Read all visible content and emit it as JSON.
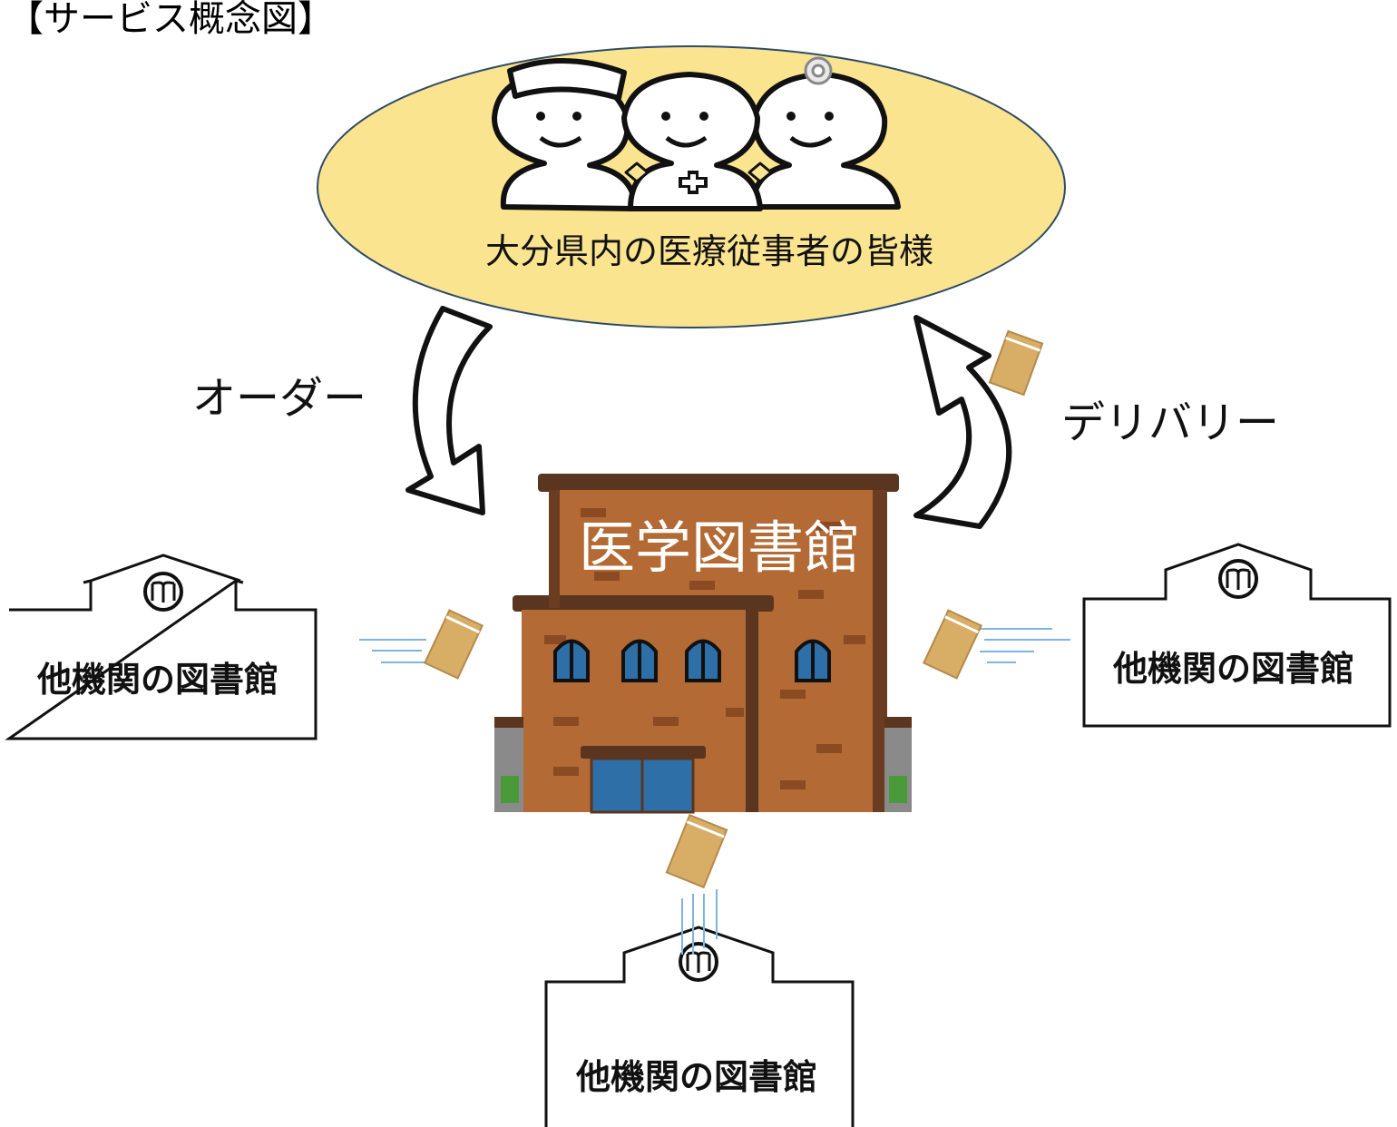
{
  "title": "【サービス概念図】",
  "users_label": "大分県内の医療従事者の皆様",
  "order_label": "オーダー",
  "delivery_label": "デリバリー",
  "medical_library_label": "医学図書館",
  "other_library_label": "他機関の図書館",
  "colors": {
    "ellipse_fill": "#fbe48f",
    "ellipse_stroke": "#2e4a66",
    "brick": "#b36a34",
    "brick_dark": "#8a4a22",
    "roof": "#5a3520",
    "window": "#2f6fa8",
    "envelope": "#d8ad66",
    "speed_lines": "#7fb3e0"
  },
  "icons": [
    "medical-staff-icon",
    "book-icon",
    "envelope-icon",
    "curved-arrow-icon"
  ]
}
